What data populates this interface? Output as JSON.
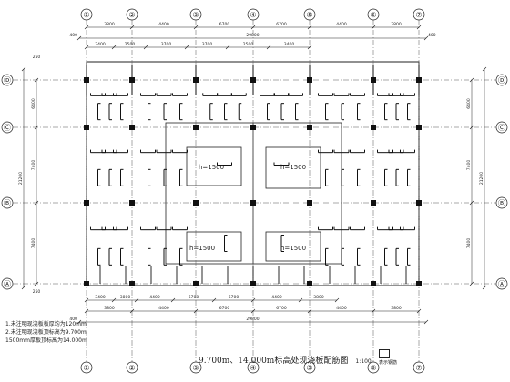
{
  "grid": {
    "columns": [
      "①",
      "②",
      "③",
      "④",
      "⑤",
      "⑥",
      "⑦"
    ],
    "rows": [
      "Ⓓ",
      "Ⓒ",
      "Ⓑ",
      "Ⓐ"
    ]
  },
  "dimensions": {
    "top_spans": [
      "3800",
      "4400",
      "6700",
      "6700",
      "4400",
      "3800"
    ],
    "top_total": "29800",
    "top_sub_spans": [
      "3400",
      "2500",
      "3700",
      "3700",
      "2500",
      "3400"
    ],
    "bottom_spans": [
      "3400",
      "3800",
      "4400",
      "6700",
      "6700",
      "4400",
      "3800"
    ],
    "bottom_total": "29800",
    "end_offset": "400",
    "left_row_spans": [
      "6400",
      "7400",
      "7400"
    ],
    "left_total": "21200",
    "left_edge": "250",
    "right_row_spans": [
      "6400",
      "7400",
      "7400"
    ],
    "right_total": "21200"
  },
  "openings": [
    {
      "label": "h=1500"
    },
    {
      "label": "h=1500"
    },
    {
      "label": "h=1500"
    },
    {
      "label": "h=1500"
    }
  ],
  "notes": [
    "1.未注明现浇板板厚均为120mm",
    "2.未注明现浇板顶标高为9.700m",
    "   1500mm厚板顶标高为14.000m"
  ],
  "title": {
    "main": "9.700m、14.000m标高处现浇板配筋图",
    "scale": "1:100"
  },
  "legend": {
    "label": "表示钢筋"
  },
  "colors": {
    "line": "#222222",
    "dash": "#555555",
    "rebar": "#111111"
  }
}
